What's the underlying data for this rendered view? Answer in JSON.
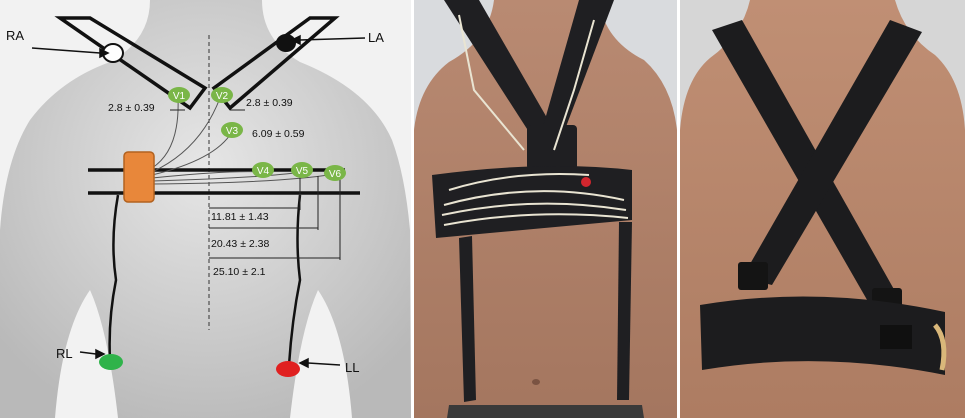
{
  "diagram": {
    "limb_labels": {
      "ra": "RA",
      "la": "LA",
      "rl": "RL",
      "ll": "LL"
    },
    "leads": {
      "v1": "V1",
      "v2": "V2",
      "v3": "V3",
      "v4": "V4",
      "v5": "V5",
      "v6": "V6"
    },
    "measurements": {
      "v1": "2.8 ± 0.39",
      "v2": "2.8 ± 0.39",
      "v3": "6.09 ± 0.59",
      "v4": "11.81 ± 1.43",
      "v5": "20.43 ± 2.38",
      "v6": "25.10 ± 2.1"
    },
    "colors": {
      "lead_electrode": "#7ab648",
      "rl_electrode": "#2fb34a",
      "ll_electrode": "#e02020",
      "device_box": "#e8873a",
      "la_electrode": "#111111",
      "ra_electrode": "#ffffff"
    }
  },
  "photos": {
    "front": {
      "subject": "harness-worn-front-view"
    },
    "back": {
      "subject": "harness-worn-back-view"
    }
  }
}
